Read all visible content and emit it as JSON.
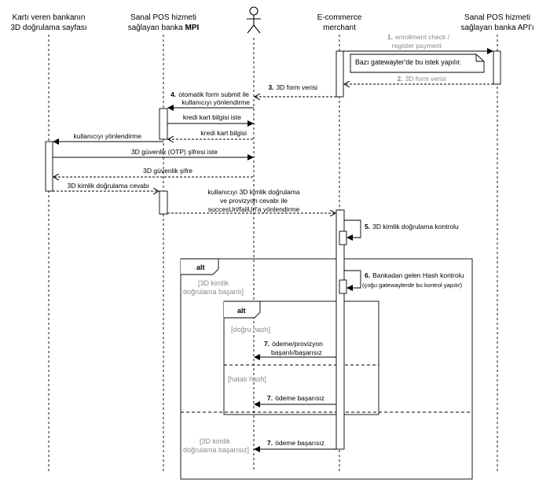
{
  "participants": [
    {
      "id": "bank_3d",
      "lines": [
        "Kartı veren bankanın",
        "3D doğrulama sayfası"
      ]
    },
    {
      "id": "mpi",
      "lines": [
        "Sanal POS hizmeti",
        "sağlayan banka "
      ],
      "bold_suffix": "MPI"
    },
    {
      "id": "user",
      "icon": "actor-icon"
    },
    {
      "id": "merchant",
      "lines": [
        "E-commerce",
        "merchant"
      ]
    },
    {
      "id": "bank_api",
      "lines": [
        "Sanal POS hizmeti",
        "sağlayan banka API'ı"
      ]
    }
  ],
  "messages": [
    {
      "id": "m1a",
      "num": "1.",
      "text": "enrollment check /",
      "grey": true
    },
    {
      "id": "m1b",
      "num": "",
      "text": "register payment",
      "grey": true
    },
    {
      "id": "m2",
      "num": "2.",
      "text": "3D form verisi",
      "grey": true
    },
    {
      "id": "m3",
      "num": "3.",
      "text": "3D form verisi"
    },
    {
      "id": "m4a",
      "num": "4.",
      "text": "otomatik form submit ile"
    },
    {
      "id": "m4b",
      "num": "",
      "text": "kullanıcıyı yönlendirme"
    },
    {
      "id": "m_kk_iste",
      "num": "",
      "text": "kredi kart bilgisi iste"
    },
    {
      "id": "m_kk_bilgisi",
      "num": "",
      "text": "kredi kart bilgisi"
    },
    {
      "id": "m_yonlendirme",
      "num": "",
      "text": "kullanıcıyı yönlendirme"
    },
    {
      "id": "m_otp_iste",
      "num": "",
      "text": "3D güvenlik (OTP) şifresi iste"
    },
    {
      "id": "m_sifre",
      "num": "",
      "text": "3D güvenlik şifre"
    },
    {
      "id": "m_cevabi",
      "num": "",
      "text": "3D kimlik doğrulama cevabı"
    },
    {
      "id": "m_redirect1",
      "num": "",
      "text": "kullanıcıyı 3D kimlik doğrulama"
    },
    {
      "id": "m_redirect2",
      "num": "",
      "text": "ve provizyon cevabı ile"
    },
    {
      "id": "m_redirect3",
      "num": "",
      "text": "succesUrl/failUrl'a yönlendirme"
    },
    {
      "id": "m5",
      "num": "5.",
      "text": "3D kimlik doğrulama kontrolu"
    },
    {
      "id": "m6a",
      "num": "6.",
      "text": "Bankadan gelen Hash kontrolu"
    },
    {
      "id": "m6b",
      "num": "",
      "text": "(çoğu gatewaylerde bu kontrol yapılır)"
    },
    {
      "id": "m7a1",
      "num": "7.",
      "text": "ödeme/provizyon"
    },
    {
      "id": "m7a2",
      "num": "",
      "text": "başarılı/başarısız"
    },
    {
      "id": "m7b",
      "num": "7.",
      "text": "ödeme başarısız"
    },
    {
      "id": "m7c",
      "num": "7.",
      "text": "ödeme başarısız"
    }
  ],
  "note": {
    "text": "Bazı gatewayler'de bu istek yapılır."
  },
  "fragments": {
    "outer_label": "alt",
    "outer_guard1": [
      "[3D kimlik",
      "doğrulama başarılı]"
    ],
    "outer_guard2": [
      "[3D kimlik",
      "doğrulama başarısız]"
    ],
    "inner_label": "alt",
    "inner_guard1": "[doğru hash]",
    "inner_guard2": "[hatalı hash]"
  }
}
